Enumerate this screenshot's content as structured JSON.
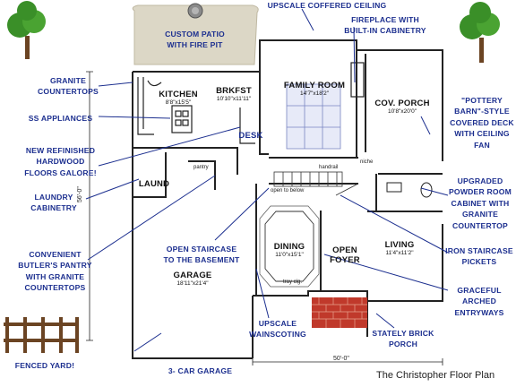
{
  "title": "The Christopher Floor Plan",
  "callouts": {
    "patio": "CUSTOM PATIO\nWITH FIRE PIT",
    "ceiling": "UPSCALE COFFERED CEILING",
    "fireplace": "FIREPLACE WITH\nBUILT-IN CABINETRY",
    "granite": "GRANITE\nCOUNTERTOPS",
    "appliances": "SS APPLIANCES",
    "floors": "NEW REFINISHED\nHARDWOOD\nFLOORS GALORE!",
    "laundry": "LAUNDRY\nCABINETRY",
    "pantry": "CONVENIENT\nBUTLER'S PANTRY\nWITH GRANITE\nCOUNTERTOPS",
    "fenced": "FENCED YARD!",
    "staircase_basement": "OPEN STAIRCASE\nTO THE BASEMENT",
    "wainscoting": "UPSCALE\nWAINSCOTING",
    "garage3": "3- CAR GARAGE",
    "pottery_barn": "\"POTTERY\nBARN\"-STYLE\nCOVERED DECK\nWITH CEILING\nFAN",
    "powder_room": "UPGRADED\nPOWDER ROOM\nCABINET WITH\nGRANITE\nCOUNTERTOP",
    "iron_pickets": "IRON STAIRCASE\nPICKETS",
    "arched": "GRACEFUL\nARCHED\nENTRYWAYS",
    "brick_porch": "STATELY BRICK\nPORCH"
  },
  "rooms": {
    "kitchen": {
      "name": "KITCHEN",
      "dims": "8'8\"x15'5\""
    },
    "brkfst": {
      "name": "BRKFST",
      "dims": "10'10\"x11'11\""
    },
    "family": {
      "name": "FAMILY ROOM",
      "dims": "14'7\"x18'2\""
    },
    "porch": {
      "name": "COV. PORCH",
      "dims": "10'8\"x20'0\""
    },
    "desk": {
      "name": "DESK"
    },
    "laund": {
      "name": "LAUND"
    },
    "garage": {
      "name": "GARAGE",
      "dims": "18'11\"x21'4\""
    },
    "dining": {
      "name": "DINING",
      "dims": "11'0\"x15'1\""
    },
    "foyer": {
      "name": "OPEN\nFOYER"
    },
    "living": {
      "name": "LIVING",
      "dims": "11'4\"x11'2\""
    }
  },
  "labels": {
    "pantry": "pantry",
    "dim_bottom": "50'-0\"",
    "dim_left": "56'-0\"",
    "tray_clg": "tray clg.",
    "handrail": "handrail",
    "niche": "niche",
    "open_to_below": "open to below"
  },
  "colors": {
    "callout": "#1c2f8f",
    "patio": "#dcd7c6",
    "brick": "#c0392b",
    "coffer": "#7a86c2",
    "tree": "#3a8f28"
  }
}
